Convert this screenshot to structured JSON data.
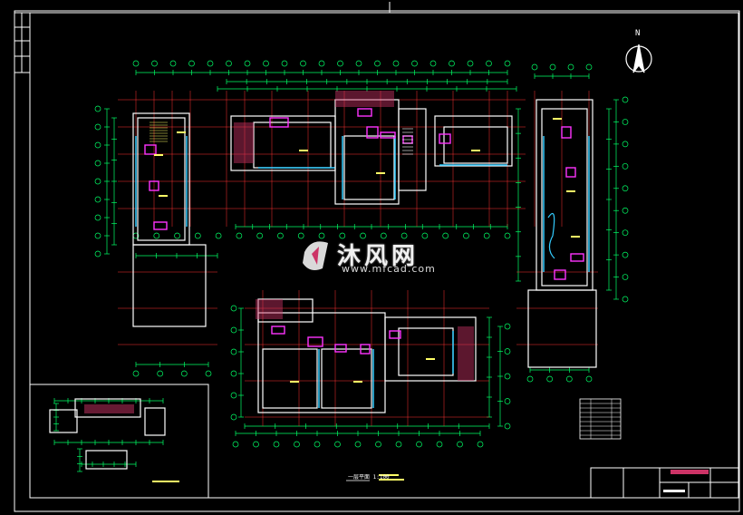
{
  "drawing": {
    "background": "#000000",
    "colors": {
      "frame": "#ffffff",
      "dimension": "#00ff66",
      "wall": "#ffffff",
      "axis": "#ff3333",
      "glazing": "#33ccff",
      "furniture": "#ff33ff",
      "text": "#ffff66",
      "hatch": "#cc3366"
    },
    "north_arrow": {
      "label": "N"
    },
    "watermark": {
      "text": "沐风网",
      "url": "www.mfcad.com"
    },
    "plan_title": "一层平面 1:100",
    "legend_table_rows": 8,
    "title_block_cells": 6
  }
}
